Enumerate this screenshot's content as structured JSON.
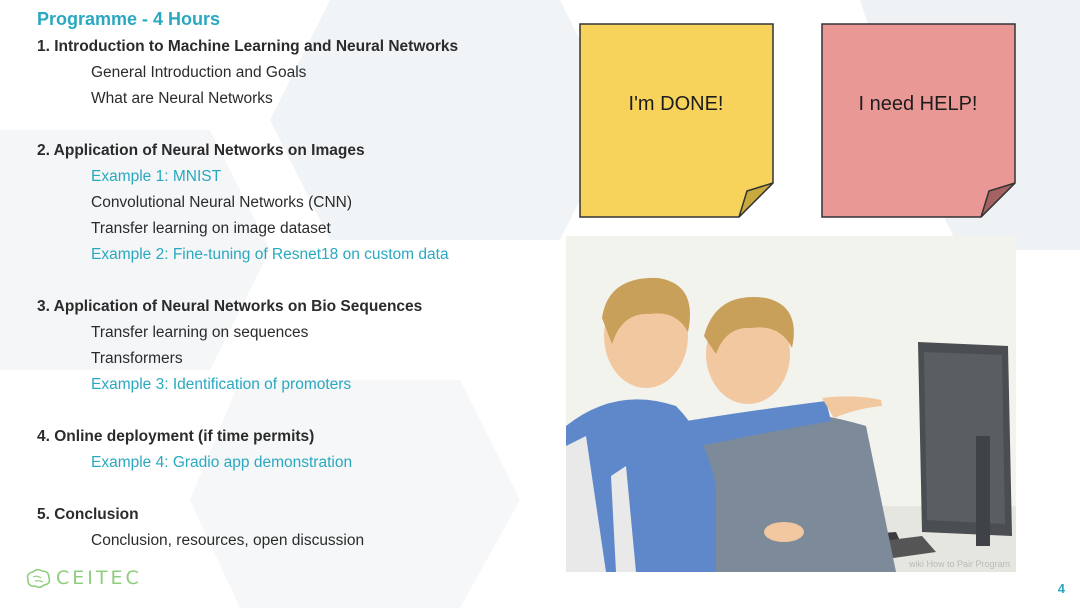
{
  "slide": {
    "title": "Programme - 4 Hours",
    "page_number": "4",
    "logo_text": "CEITEC"
  },
  "agenda": {
    "s1": {
      "title": "1. Introduction to Machine Learning and Neural Networks",
      "items": [
        "General Introduction and Goals",
        "What are Neural Networks"
      ]
    },
    "s2": {
      "title": "2. Application of Neural Networks on Images",
      "items": [
        "Example 1: MNIST",
        "Convolutional Neural Networks (CNN)",
        "Transfer learning on image dataset",
        "Example 2: Fine-tuning of Resnet18 on custom data"
      ]
    },
    "s3": {
      "title": "3. Application of Neural Networks on Bio Sequences",
      "items": [
        "Transfer learning on sequences",
        "Transformers",
        "Example 3: Identification of promoters"
      ]
    },
    "s4": {
      "title": "4. Online deployment (if time permits)",
      "items": [
        "Example 4: Gradio app demonstration"
      ]
    },
    "s5": {
      "title": "5. Conclusion",
      "items": [
        "Conclusion, resources, open discussion"
      ]
    }
  },
  "notes": {
    "done": {
      "label": "I'm DONE!",
      "color": "#f7d35c",
      "fold": "#c9a83d"
    },
    "help": {
      "label": "I need HELP!",
      "color": "#ea9896",
      "fold": "#a46262"
    }
  },
  "illustration": {
    "watermark": "wiki How to Pair Program"
  },
  "colors": {
    "accent": "#2aa8c0",
    "text": "#2b2b2b",
    "logo": "#8fce7c"
  }
}
